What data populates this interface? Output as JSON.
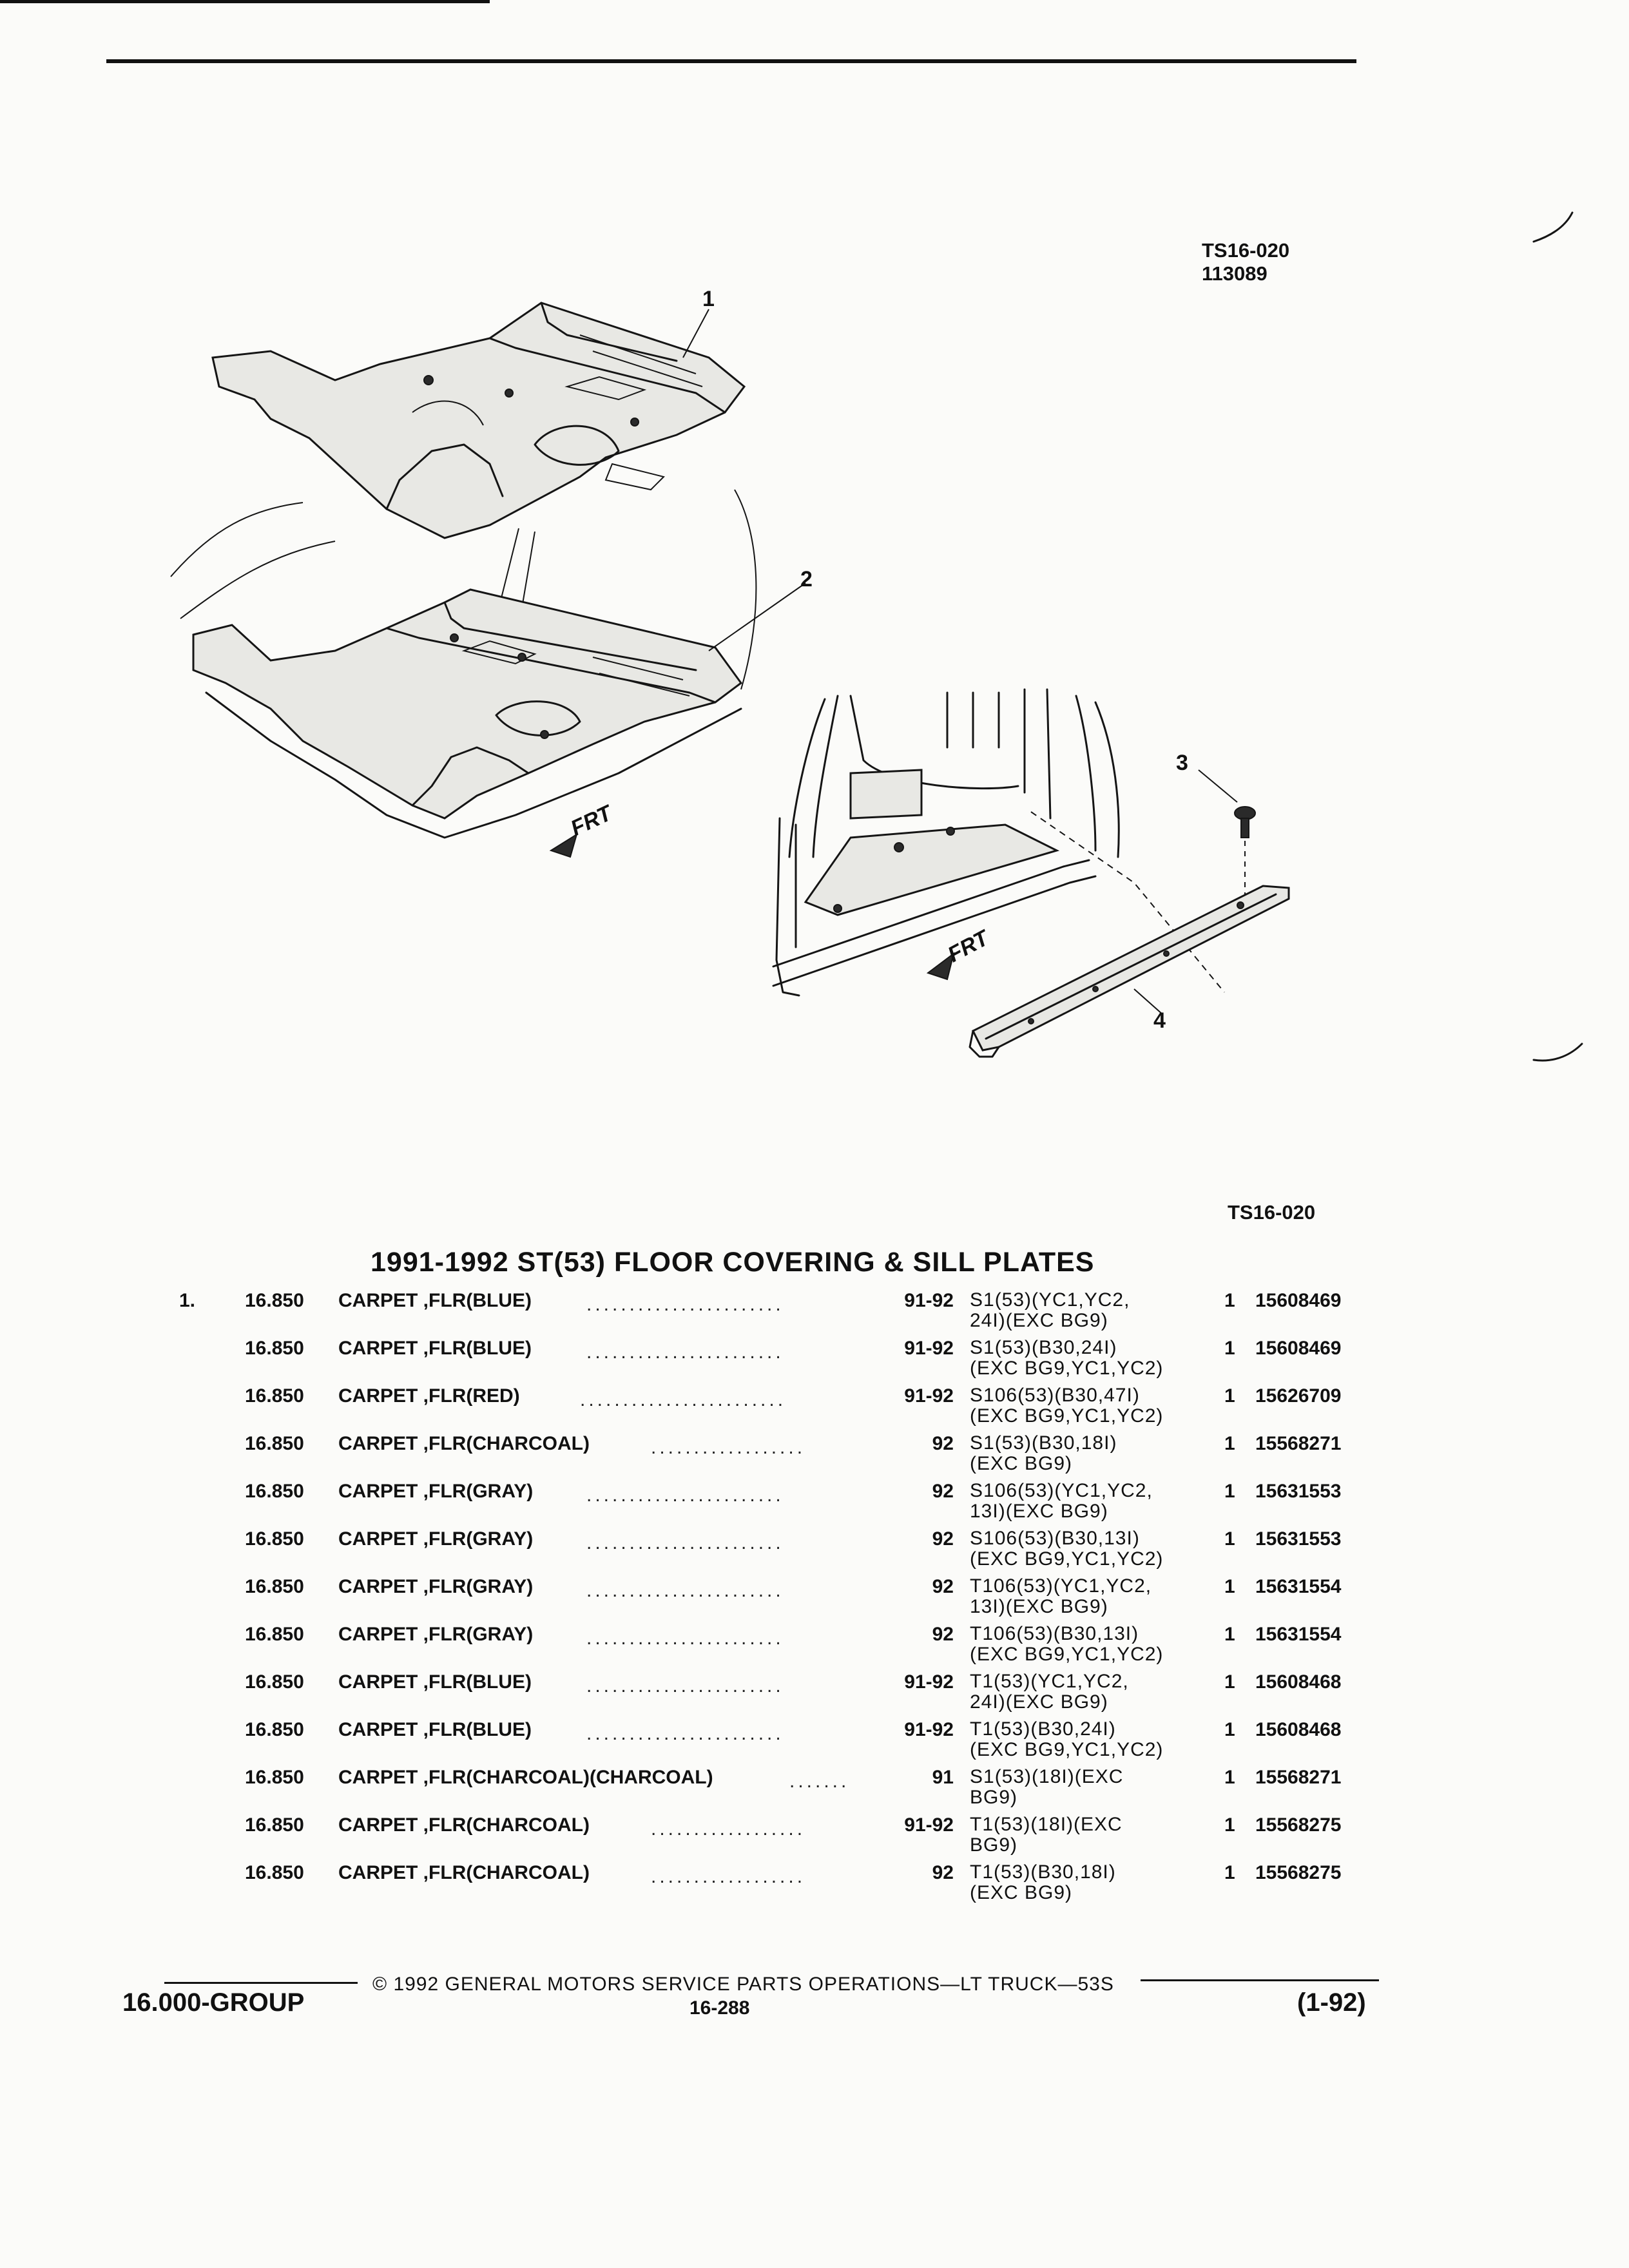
{
  "header": {
    "ref_code": "TS16-020",
    "ref_number": "113089",
    "ref_code_below": "TS16-020"
  },
  "illustration": {
    "callouts": [
      "1",
      "2",
      "3",
      "4"
    ],
    "frt_labels": [
      "FRT",
      "FRT"
    ]
  },
  "section": {
    "title": "1991-1992 ST(53) FLOOR COVERING & SILL PLATES"
  },
  "parts": [
    {
      "item": "1.",
      "group": "16.850",
      "description": "CARPET ,FLR(BLUE)",
      "years": "91-92",
      "usage": "S1(53)(YC1,YC2,\n24I)(EXC BG9)",
      "qty": "1",
      "part_number": "15608469"
    },
    {
      "item": "",
      "group": "16.850",
      "description": "CARPET ,FLR(BLUE)",
      "years": "91-92",
      "usage": "S1(53)(B30,24I)\n(EXC BG9,YC1,YC2)",
      "qty": "1",
      "part_number": "15608469"
    },
    {
      "item": "",
      "group": "16.850",
      "description": "CARPET ,FLR(RED)",
      "years": "91-92",
      "usage": "S106(53)(B30,47I)\n(EXC BG9,YC1,YC2)",
      "qty": "1",
      "part_number": "15626709"
    },
    {
      "item": "",
      "group": "16.850",
      "description": "CARPET ,FLR(CHARCOAL)",
      "years": "92",
      "usage": "S1(53)(B30,18I)\n(EXC BG9)",
      "qty": "1",
      "part_number": "15568271"
    },
    {
      "item": "",
      "group": "16.850",
      "description": "CARPET ,FLR(GRAY)",
      "years": "92",
      "usage": "S106(53)(YC1,YC2,\n13I)(EXC BG9)",
      "qty": "1",
      "part_number": "15631553"
    },
    {
      "item": "",
      "group": "16.850",
      "description": "CARPET ,FLR(GRAY)",
      "years": "92",
      "usage": "S106(53)(B30,13I)\n(EXC BG9,YC1,YC2)",
      "qty": "1",
      "part_number": "15631553"
    },
    {
      "item": "",
      "group": "16.850",
      "description": "CARPET ,FLR(GRAY)",
      "years": "92",
      "usage": "T106(53)(YC1,YC2,\n13I)(EXC BG9)",
      "qty": "1",
      "part_number": "15631554"
    },
    {
      "item": "",
      "group": "16.850",
      "description": "CARPET ,FLR(GRAY)",
      "years": "92",
      "usage": "T106(53)(B30,13I)\n(EXC BG9,YC1,YC2)",
      "qty": "1",
      "part_number": "15631554"
    },
    {
      "item": "",
      "group": "16.850",
      "description": "CARPET ,FLR(BLUE)",
      "years": "91-92",
      "usage": "T1(53)(YC1,YC2,\n24I)(EXC BG9)",
      "qty": "1",
      "part_number": "15608468"
    },
    {
      "item": "",
      "group": "16.850",
      "description": "CARPET ,FLR(BLUE)",
      "years": "91-92",
      "usage": "T1(53)(B30,24I)\n(EXC BG9,YC1,YC2)",
      "qty": "1",
      "part_number": "15608468"
    },
    {
      "item": "",
      "group": "16.850",
      "description": "CARPET ,FLR(CHARCOAL)(CHARCOAL)",
      "years": "91",
      "usage": "S1(53)(18I)(EXC\nBG9)",
      "qty": "1",
      "part_number": "15568271"
    },
    {
      "item": "",
      "group": "16.850",
      "description": "CARPET ,FLR(CHARCOAL)",
      "years": "91-92",
      "usage": "T1(53)(18I)(EXC\nBG9)",
      "qty": "1",
      "part_number": "15568275"
    },
    {
      "item": "",
      "group": "16.850",
      "description": "CARPET ,FLR(CHARCOAL)",
      "years": "92",
      "usage": "T1(53)(B30,18I)\n(EXC BG9)",
      "qty": "1",
      "part_number": "15568275"
    }
  ],
  "footer": {
    "copyright": "© 1992 GENERAL MOTORS SERVICE PARTS OPERATIONS—LT TRUCK—53S",
    "page": "16-288",
    "group": "16.000-GROUP",
    "date": "(1-92)"
  }
}
